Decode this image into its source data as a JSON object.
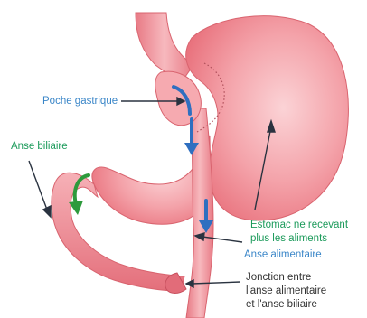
{
  "labels": {
    "poche_gastrique": "Poche gastrique",
    "anse_biliaire": "Anse biliaire",
    "estomac_line1": "Estomac ne recevant",
    "estomac_line2": "plus les aliments",
    "anse_alimentaire": "Anse alimentaire",
    "jonction_line1": "Jonction entre",
    "jonction_line2": "l'anse alimentaire",
    "jonction_line3": "et l'anse biliaire"
  },
  "colors": {
    "blue_label": "#3a86c8",
    "green_label": "#1b9a5a",
    "dark_label": "#333333",
    "stomach_fill": "#f08a93",
    "stomach_light": "#f9c2c6",
    "stomach_outline": "#d9646f",
    "arrow_blue": "#2f6fc0",
    "arrow_green": "#2d9a3c",
    "pointer_line": "#2a3340"
  },
  "icons": [
    "blue-flow-arrow",
    "green-flow-arrow"
  ]
}
